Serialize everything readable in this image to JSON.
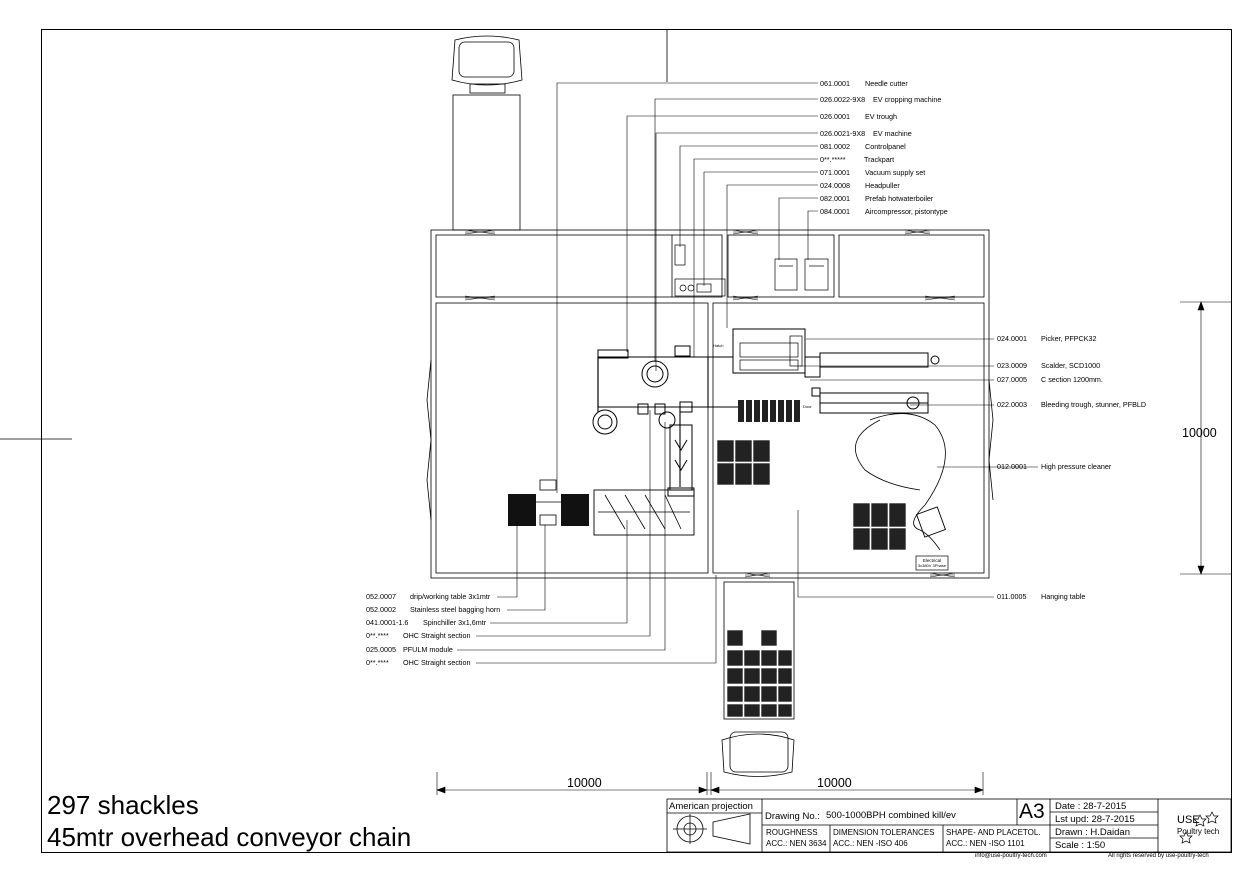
{
  "leaders_top": [
    {
      "code": "061.0001",
      "text": "Needle cutter"
    },
    {
      "code": "026.0022-9X8",
      "text": "EV cropping machine"
    },
    {
      "code": "026.0001",
      "text": "EV trough"
    },
    {
      "code": "026.0021-9X8",
      "text": "EV machine"
    },
    {
      "code": "081.0002",
      "text": "Controlpanel"
    },
    {
      "code": "0**.*****",
      "text": "Trackpart"
    },
    {
      "code": "071.0001",
      "text": "Vacuum supply set"
    },
    {
      "code": "024.0008",
      "text": "Headpuller"
    },
    {
      "code": "082.0001",
      "text": "Prefab hotwaterboiler"
    },
    {
      "code": "084.0001",
      "text": "Aircompressor, pistontype"
    }
  ],
  "leaders_right": [
    {
      "code": "024.0001",
      "text": "Picker, PFPCK32"
    },
    {
      "code": "023.0009",
      "text": "Scalder, SCD1000"
    },
    {
      "code": "027.0005",
      "text": "C section 1200mm."
    },
    {
      "code": "022.0003",
      "text": "Bleeding trough, stunner, PFBLD"
    },
    {
      "code": "012.0001",
      "text": "High pressure cleaner"
    },
    {
      "code": "011.0005",
      "text": "Hanging table"
    }
  ],
  "leaders_bottom": [
    {
      "code": "052.0007",
      "text": "drip/working table 3x1mtr"
    },
    {
      "code": "052.0002",
      "text": "Stainless steel bagging horn"
    },
    {
      "code": "041.0001-1.6",
      "text": "Spinchiller 3x1,6mtr"
    },
    {
      "code": "0**.****",
      "text": "OHC Straight section"
    },
    {
      "code": "025.0005",
      "text": "PFULM module"
    },
    {
      "code": "0**.****",
      "text": "OHC Straight section"
    }
  ],
  "dimensions": {
    "vertical": "10000",
    "horizontal_left": "10000",
    "horizontal_right": "10000"
  },
  "notes": {
    "line1": "297 shackles",
    "line2": "45mtr overhead conveyor chain"
  },
  "title_block": {
    "projection": "American projection",
    "drawing_no_label": "Drawing No.:",
    "drawing_no": "500-1000BPH combined kill/ev",
    "sheet": "A3",
    "date": "Date    : 28-7-2015",
    "last_update": "Lst upd: 28-7-2015",
    "drawn": "Drawn : H.Daidan",
    "scale": "Scale   : 1:50",
    "roughness_label": "ROUGHNESS",
    "roughness_value": "ACC.: NEN 3634",
    "tolerances_label": "DIMENSION TOLERANCES",
    "tolerances_value": "ACC.: NEN -ISO 406",
    "shape_label": "SHAPE- AND PLACETOL.",
    "shape_value": "ACC.: NEN -ISO 1101",
    "company": "USE",
    "company_sub": "Poultry tech",
    "email": "info@use-poultry-tech.com",
    "rights": "All rights reserved by use-poultry-tech"
  },
  "small_labels": {
    "electrical": "Electrical",
    "electrical_sub": "3x380V 3Phase",
    "hatch": "Hatch",
    "door": "Door"
  }
}
